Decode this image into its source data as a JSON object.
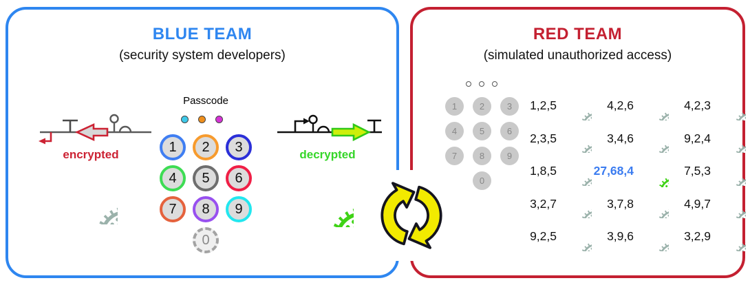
{
  "figure": {
    "blue_team": {
      "title": "BLUE TEAM",
      "subtitle": "(security system developers)",
      "encrypted_label": "encrypted",
      "decrypted_label": "decrypted",
      "passcode_label": "Passcode",
      "passcode_dots": [
        "#3ec9e9",
        "#ef8f1c",
        "#d633d6"
      ],
      "keypad": [
        {
          "digit": "1",
          "ring": "#3f7ef2"
        },
        {
          "digit": "2",
          "ring": "#f79b2e"
        },
        {
          "digit": "3",
          "ring": "#2b2fd8"
        },
        {
          "digit": "4",
          "ring": "#3edc54"
        },
        {
          "digit": "5",
          "ring": "#6e6e6e"
        },
        {
          "digit": "6",
          "ring": "#f01f46"
        },
        {
          "digit": "7",
          "ring": "#e5623d"
        },
        {
          "digit": "8",
          "ring": "#9850ef"
        },
        {
          "digit": "9",
          "ring": "#22e7ef"
        },
        {
          "digit": "0",
          "ring": "#a3a3a3",
          "dashed": true
        }
      ]
    },
    "red_team": {
      "title": "RED TEAM",
      "subtitle": "(simulated unauthorized access)",
      "keypad_digits": [
        "1",
        "2",
        "3",
        "4",
        "5",
        "6",
        "7",
        "8",
        "9",
        "0"
      ],
      "attempts": [
        {
          "code": "1,2,5",
          "result": "fail"
        },
        {
          "code": "4,2,6",
          "result": "fail"
        },
        {
          "code": "4,2,3",
          "result": "fail"
        },
        {
          "code": "2,3,5",
          "result": "fail"
        },
        {
          "code": "3,4,6",
          "result": "fail"
        },
        {
          "code": "9,2,4",
          "result": "fail"
        },
        {
          "code": "1,8,5",
          "result": "fail"
        },
        {
          "code": "27,68,4",
          "result": "success"
        },
        {
          "code": "7,5,3",
          "result": "fail"
        },
        {
          "code": "3,2,7",
          "result": "fail"
        },
        {
          "code": "3,7,8",
          "result": "fail"
        },
        {
          "code": "4,9,7",
          "result": "fail"
        },
        {
          "code": "9,2,5",
          "result": "fail"
        },
        {
          "code": "3,9,6",
          "result": "fail"
        },
        {
          "code": "3,2,9",
          "result": "fail"
        }
      ]
    },
    "icons": {
      "fail_attempt": "gray-bacteria-icon",
      "success_attempt": "green-bacteria-icon",
      "middle": "cycle-arrows-icon"
    },
    "colors": {
      "blue_accent": "#2e86f0",
      "red_accent": "#c42031",
      "encrypted_red": "#cc2233",
      "decrypted_green": "#35d629",
      "bacteria_gray": "#9bb2ab",
      "bacteria_green": "#3fd316",
      "success_code_blue": "#3b7cf0",
      "cycle_arrow_yellow": "#f2ea00"
    }
  }
}
